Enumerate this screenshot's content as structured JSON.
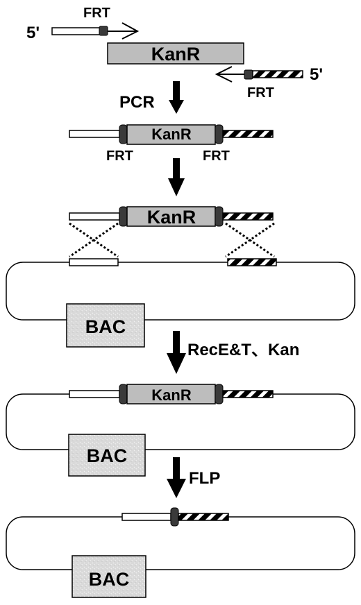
{
  "labels": {
    "five_prime": "5'",
    "frt": "FRT",
    "kanr": "KanR",
    "pcr": "PCR",
    "bac": "BAC",
    "recet_kan": "RecE&T、Kan",
    "flp": "FLP"
  },
  "colors": {
    "kanr_fill": "#bdbdbd",
    "bac_fill": "#d9d9d9",
    "frt_fill": "#3a3a3a",
    "stripe_dark": "#000000",
    "stripe_light": "#ffffff"
  },
  "icons": [
    "down-arrow-icon",
    "primer-arrow-icon",
    "frt-site-icon",
    "crossover-icon"
  ]
}
